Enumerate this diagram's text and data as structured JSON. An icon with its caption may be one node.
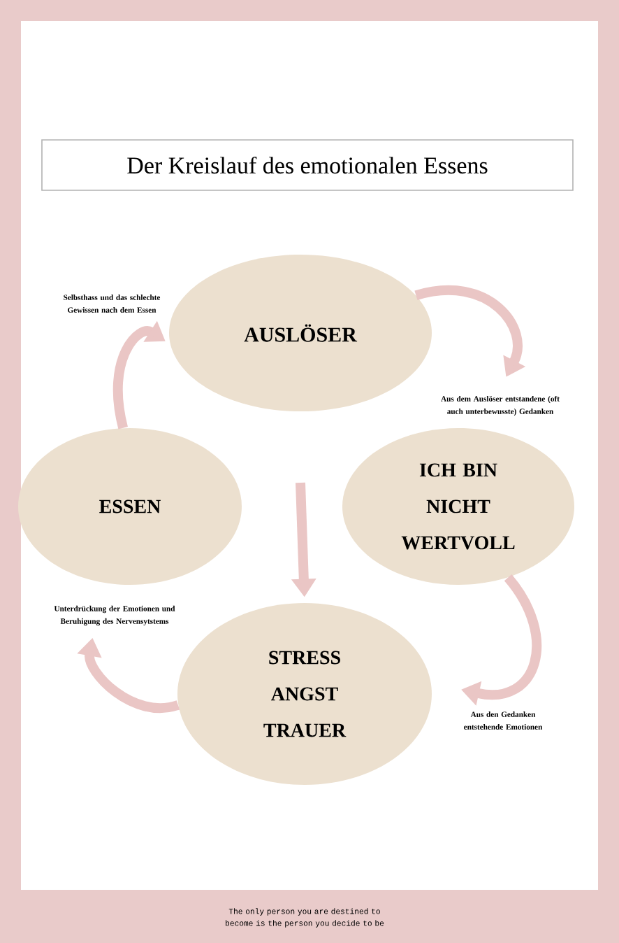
{
  "diagram": {
    "title": "Der Kreislauf des emotionalen Essens",
    "nodes": [
      {
        "text": [
          "AUSLÖSER"
        ]
      },
      {
        "text": [
          "ICH BIN NICHT WERTVOLL"
        ]
      },
      {
        "text": [
          "STRESS ANGST TRAUER"
        ]
      },
      {
        "text": [
          "ESSEN"
        ]
      }
    ],
    "edges": [
      {
        "from": 0,
        "to": 1,
        "arrow": "to",
        "label": "Aus dem Auslöser entstandene (oft auch unterbewusste) Gedanken"
      },
      {
        "from": 1,
        "to": 2,
        "arrow": "to",
        "label": "Aus den Gedanken entstehende Emotionen"
      },
      {
        "from": 2,
        "to": 3,
        "arrow": "to",
        "label": "Unterdrückung der Emotionen und Beruhigung des Nervensytstems"
      },
      {
        "from": 3,
        "to": 0,
        "arrow": "to",
        "label": "Selbsthass und das schlechte Gewissen nach dem Essen"
      },
      {
        "from": null,
        "to": 2,
        "arrow": "to"
      }
    ],
    "labels": [
      "The only person you are destined to become is the person you decide to be"
    ]
  }
}
